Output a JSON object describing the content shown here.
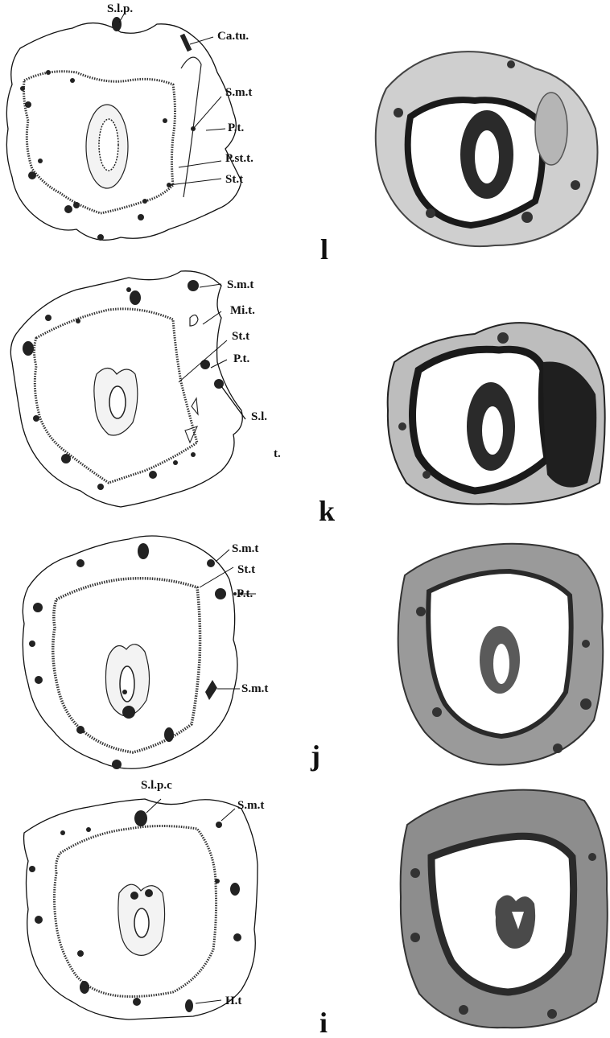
{
  "panels": [
    {
      "letter": "l",
      "labels": [
        "S.l.p.",
        "Ca.tu.",
        "S.m.t",
        "P.t.",
        "P.st.t.",
        "St.t"
      ]
    },
    {
      "letter": "k",
      "labels": [
        "S.m.t",
        "Mi.t.",
        "St.t",
        "P.t.",
        "S.l.",
        "t."
      ]
    },
    {
      "letter": "j",
      "labels": [
        "S.m.t",
        "St.t",
        "P.t.",
        "S.m.t"
      ]
    },
    {
      "letter": "i",
      "labels": [
        "S.l.p.c",
        "S.m.t",
        "H.t"
      ]
    }
  ],
  "colors": {
    "ink": "#111111",
    "stipple": "#888888",
    "photo_dark": "#2a2a2a",
    "photo_mid": "#8a8a8a",
    "photo_light": "#d6d6d6"
  }
}
